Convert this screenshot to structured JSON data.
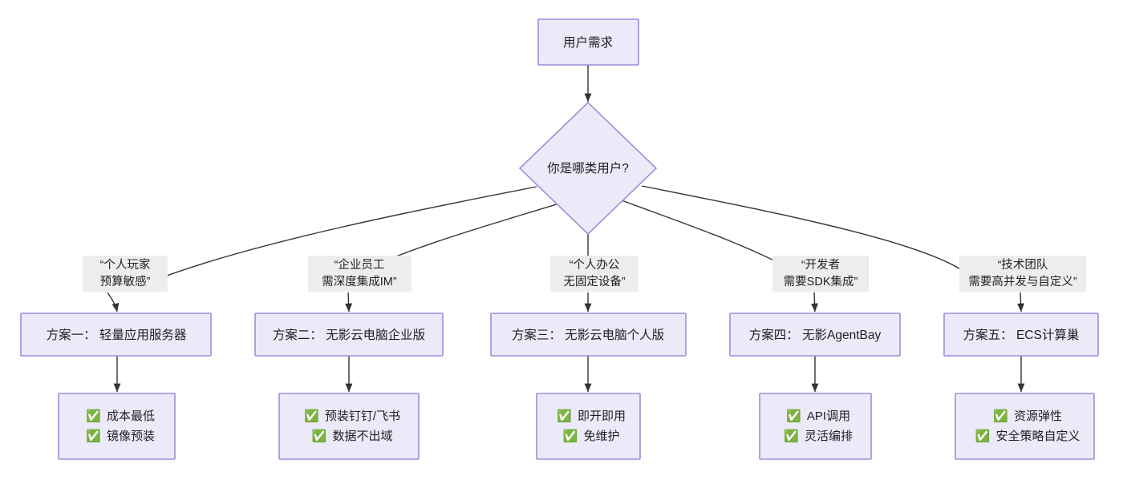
{
  "diagram": {
    "title_node": {
      "label": "用户需求"
    },
    "decision_node": {
      "label": "你是哪类用户?"
    },
    "branches": [
      {
        "edge_label_line1": "“个人玩家",
        "edge_label_line2": "预算敏感”",
        "solution": "方案一： 轻量应用服务器",
        "benefit1": "成本最低",
        "benefit2": "镜像预装"
      },
      {
        "edge_label_line1": "“企业员工",
        "edge_label_line2": "需深度集成IM”",
        "solution": "方案二： 无影云电脑企业版",
        "benefit1": "预装钉钉/飞书",
        "benefit2": "数据不出域"
      },
      {
        "edge_label_line1": "“个人办公",
        "edge_label_line2": "无固定设备”",
        "solution": "方案三： 无影云电脑个人版",
        "benefit1": "即开即用",
        "benefit2": "免维护"
      },
      {
        "edge_label_line1": "“开发者",
        "edge_label_line2": "需要SDK集成”",
        "solution": "方案四： 无影AgentBay",
        "benefit1": "API调用",
        "benefit2": "灵活编排"
      },
      {
        "edge_label_line1": "“技术团队",
        "edge_label_line2": "需要高并发与自定义”",
        "solution": "方案五： ECS计算巢",
        "benefit1": "资源弹性",
        "benefit2": "安全策略自定义"
      }
    ],
    "check_icon": "✅",
    "colors": {
      "node_fill": "#ECEAF9",
      "node_stroke": "#9A90D8",
      "edge_stroke": "#333333",
      "edge_label_bg": "#EDEDED",
      "text": "#1f1f22",
      "check_green": "#2ecc40"
    }
  }
}
